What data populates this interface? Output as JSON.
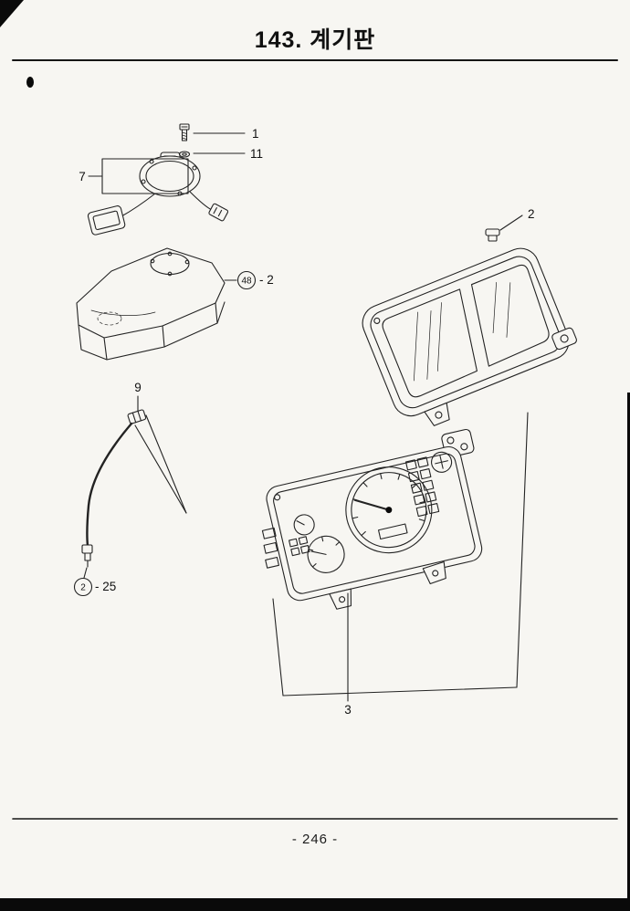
{
  "page": {
    "title": "143. 계기판",
    "page_number": "- 246 -"
  },
  "callouts": {
    "bolt": "1",
    "washer": "11",
    "bracket": "7",
    "tank_circled": "48",
    "tank_suffix": "- 2",
    "cable": "9",
    "sensor_circled": "2",
    "sensor_suffix": "- 25",
    "clip": "2",
    "cluster": "3"
  }
}
